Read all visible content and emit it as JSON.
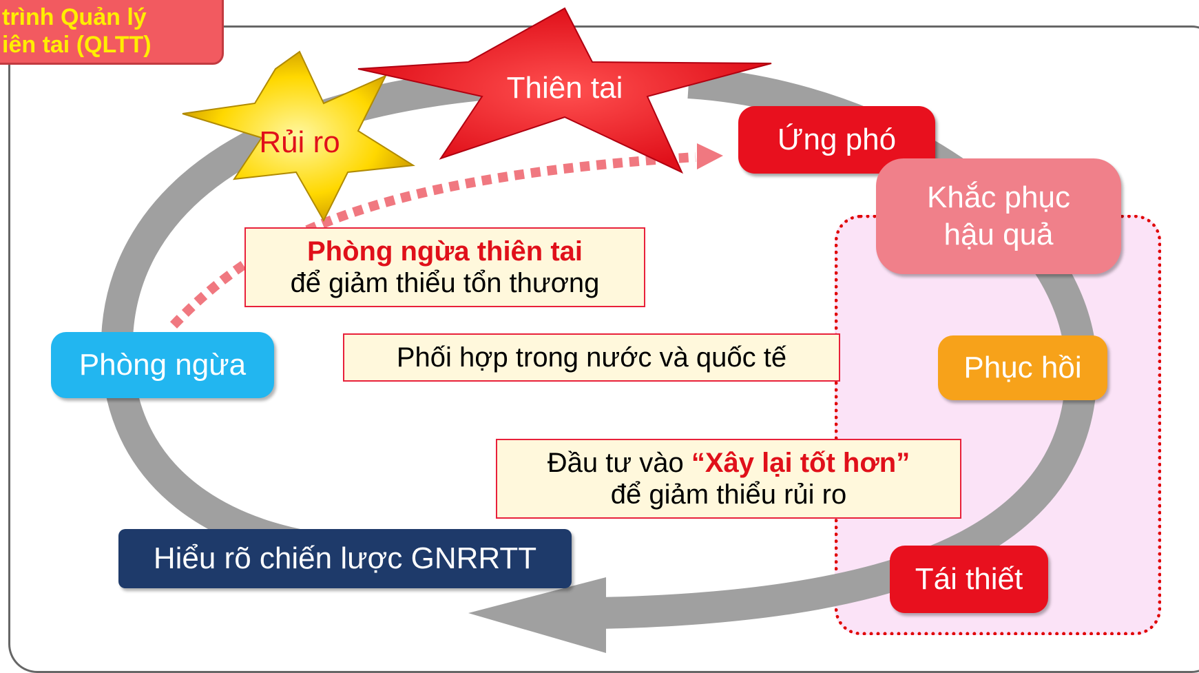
{
  "title": "trình Quản lý thiên tai (QLTT)",
  "title_lines": [
    "trình Quản lý",
    "iên tai (QLTT)"
  ],
  "stages": {
    "disaster": "Thiên tai",
    "risk": "Rủi ro",
    "response": "Ứng phó",
    "relief_line1": "Khắc phục",
    "relief_line2": "hậu quả",
    "recovery": "Phục hồi",
    "reconstruction": "Tái thiết",
    "prevention": "Phòng ngừa",
    "strategy": "Hiểu rõ chiến lược GNRRTT"
  },
  "notes": {
    "prevention_bold": "Phòng ngừa thiên tai",
    "prevention_text": "để giảm thiểu tổn thương",
    "coordination": "Phối hợp trong nước và quốc tế",
    "invest_prefix": "Đầu tư vào ",
    "invest_bold": "“Xây lại tốt hơn”",
    "invest_text": "để giảm thiểu rủi ro"
  },
  "colors": {
    "cycle_arrow": "#999999",
    "title_bg": "#f25a60",
    "title_text": "#ffee00",
    "response": "#e8101e",
    "relief": "#f0707a",
    "recovery": "#f7a21a",
    "reconstruction": "#e8101e",
    "prevention": "#22b6f0",
    "strategy": "#1e3a6a",
    "disaster_star": "#ee1c24",
    "risk_star": "#ffd800"
  }
}
